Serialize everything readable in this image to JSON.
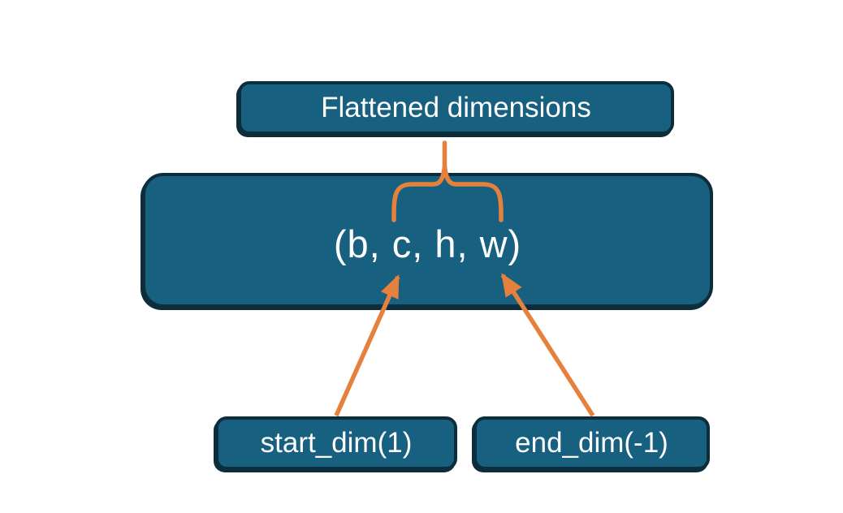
{
  "diagram": {
    "title_box": {
      "label": "Flattened dimensions"
    },
    "tensor_box": {
      "label": "(b, c, h, w)"
    },
    "start_box": {
      "label": "start_dim(1)"
    },
    "end_box": {
      "label": "end_dim(-1)"
    },
    "annotations": {
      "brace_meaning": "span of dimensions c, h, w being flattened",
      "start_arrow_points_to": "c",
      "end_arrow_points_to": "w"
    },
    "colors": {
      "box_fill": "#17607F",
      "box_border": "#0E2D3C",
      "arrow_orange": "#E5813C",
      "text": "#FDFDFD",
      "background": "#FFFFFF"
    }
  }
}
